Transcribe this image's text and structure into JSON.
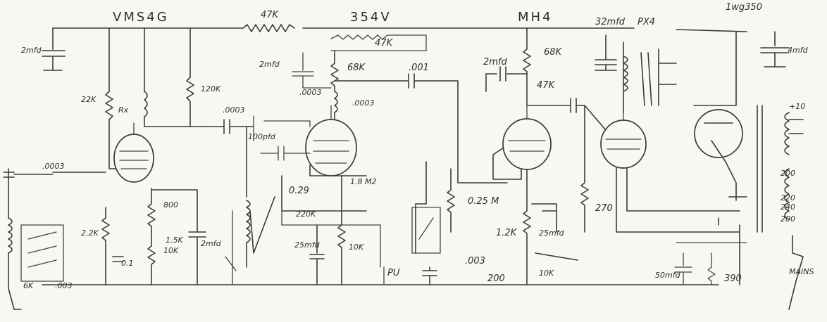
{
  "labels": {
    "title_v1": "VMS4G",
    "top_res": "47K",
    "hv": "354V",
    "title_v3": "MH4",
    "top_right": "1wg350",
    "cap_left": "2mfd",
    "r_22k_top": "22K",
    "r_rx": "Rx",
    "r_120k": "120K",
    "c_0003_a": ".0003",
    "c_2mfd_mid": "2mfd",
    "r_68k": "68K",
    "r_47k_b": "47K",
    "c_001": ".001",
    "c_0003_b": ".0003",
    "c_0003_c": ".0003",
    "c_100pf": "100pfd",
    "c_2mfd_r": "2mfd",
    "r_68k_r": "68K",
    "r_47k_r": "47K",
    "c_32mfd": "32mfd",
    "xfmr": "PX4",
    "c_4mfd_r": "4mfd",
    "c_0003_left": ".0003",
    "pot_029": "0.29",
    "r_1m": "1.8 M2",
    "pot_025": "0.25 M",
    "r_270": "270",
    "r_220k": "220K",
    "r_800": "800",
    "r_15k": "1.5K",
    "r_10k": "10K",
    "c_2mfd_low": "2mfd",
    "r_2k2": "2.2K",
    "c_01": "0.1",
    "r_6k": "6K",
    "c_003_low": ".003",
    "c_25mfd": "25mfd",
    "r_10k_b": "10K",
    "pu": "PU",
    "c_003": ".003",
    "r_1k2": "1.2K",
    "c_25mfd_b": "25mfd",
    "r_10k_c": "10K",
    "r_200": "200",
    "c_50mfd": "50mfd",
    "r_390": "390",
    "t_10": "+10",
    "t_200a": "200",
    "t_220": "220",
    "t_240": "240",
    "t_200b": "200",
    "mains": "MAINS"
  }
}
